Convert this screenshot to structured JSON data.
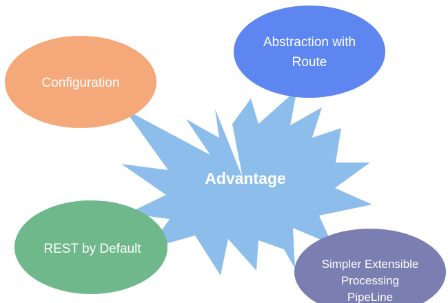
{
  "center": {
    "label": "Advantage",
    "color": "#8dbdeb"
  },
  "nodes": {
    "configuration": {
      "label": "Configuration",
      "color": "#f5a97a"
    },
    "abstraction": {
      "line1": "Abstraction with",
      "line2": "Route",
      "color": "#5e86f0"
    },
    "rest": {
      "label": "REST by Default",
      "color": "#6fb88c"
    },
    "pipeline": {
      "line1": "Simpler Extensible",
      "line2": "Processing",
      "line3": "PipeLine",
      "color": "#7a7eb0"
    }
  }
}
